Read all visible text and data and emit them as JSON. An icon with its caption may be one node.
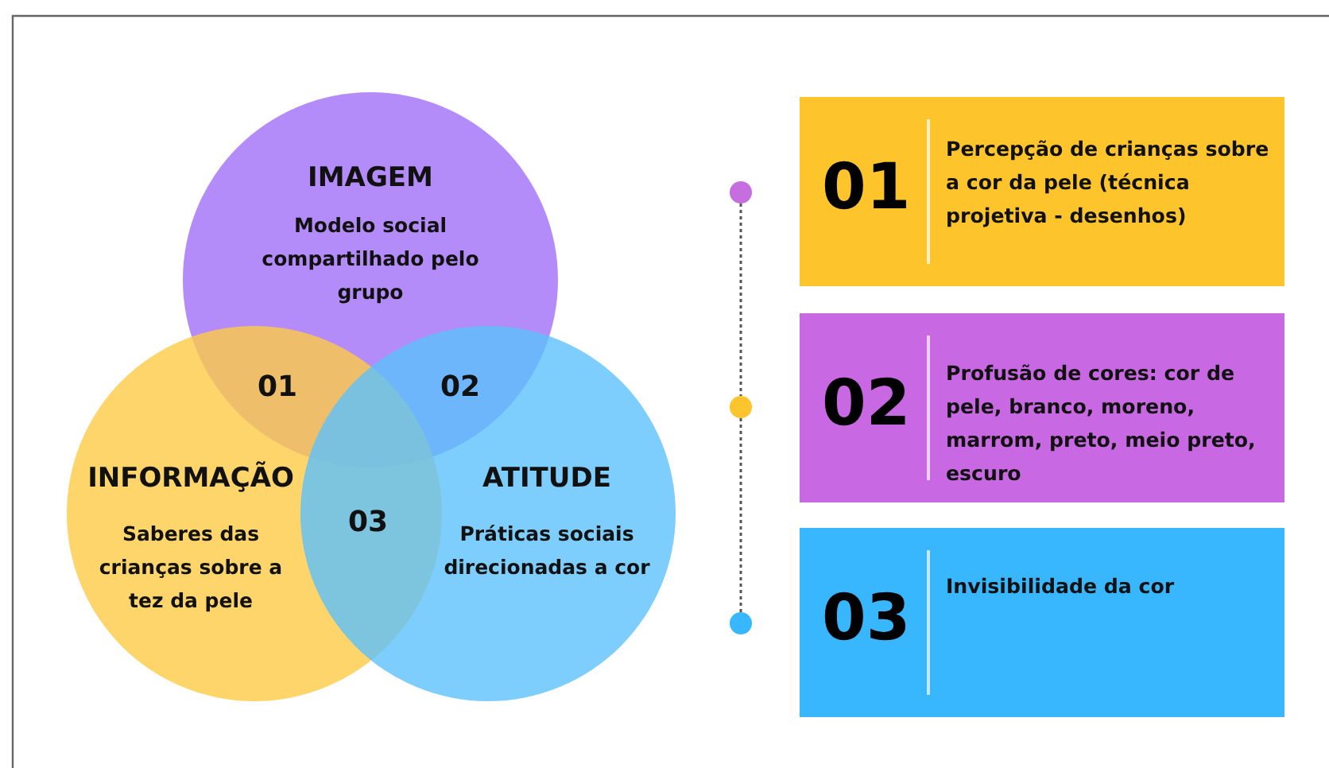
{
  "diagram": {
    "nodes": [
      {
        "text": [
          "IMAGEM",
          "Modelo social compartilhado pelo grupo"
        ]
      },
      {
        "text": [
          "INFORMAÇÃO",
          "Saberes das crianças sobre a tez da pele"
        ]
      },
      {
        "text": [
          "ATITUDE",
          "Práticas sociais direcionadas a cor"
        ]
      },
      {
        "text": [],
        "shape": "circle"
      },
      {
        "text": [],
        "shape": "circle"
      },
      {
        "text": [],
        "shape": "circle"
      },
      {
        "text": [
          "01",
          "Percepção de crianças sobre a cor da pele (técnica projetiva - desenhos)"
        ]
      },
      {
        "text": [
          "02",
          "Profusão de cores: cor de pele, branco, moreno, marrom, preto, meio preto, escuro"
        ]
      },
      {
        "text": [
          "03",
          "Invisibilidade da cor"
        ]
      }
    ],
    "edges": [
      {
        "from": 3,
        "to": 4,
        "arrow": "none",
        "style": "dashed"
      },
      {
        "from": 4,
        "to": 5,
        "arrow": "none",
        "style": "dashed"
      }
    ],
    "labels": [
      "01",
      "02",
      "03"
    ]
  }
}
